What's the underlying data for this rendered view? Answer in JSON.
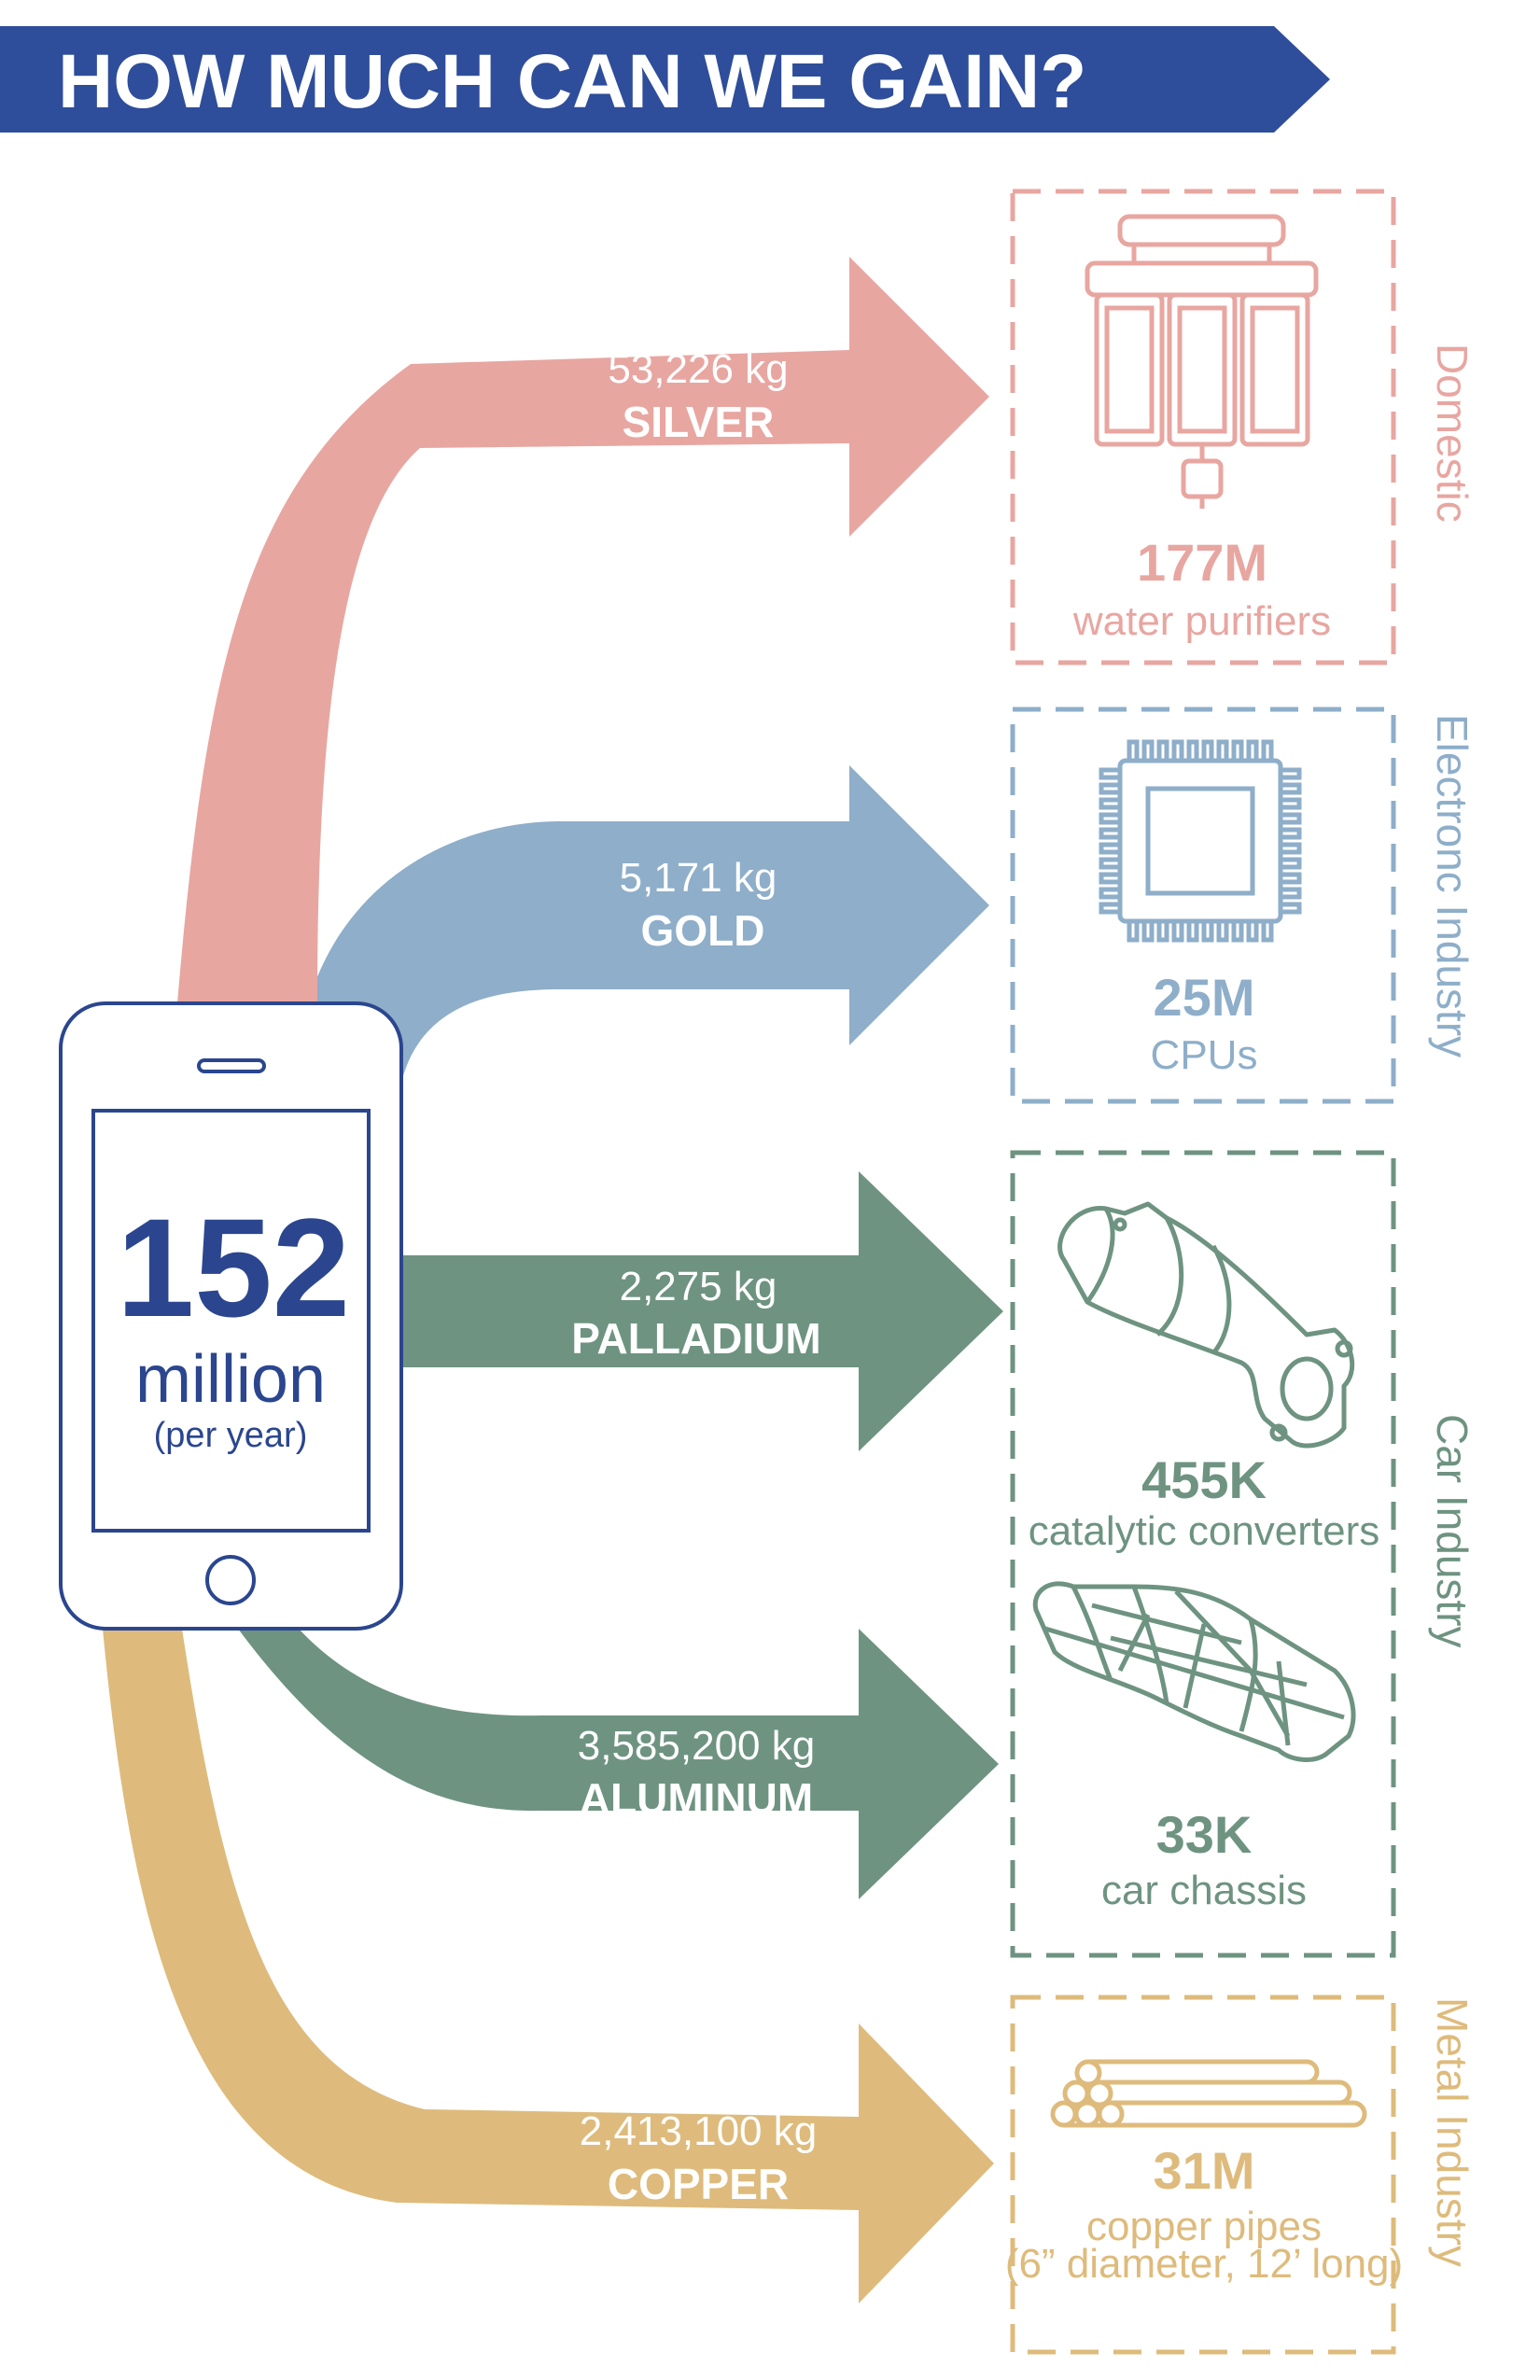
{
  "title": "HOW MUCH CAN WE GAIN?",
  "phone": {
    "number": "152",
    "unit": "million",
    "period": "(per year)"
  },
  "colors": {
    "banner": "#2e4d9a",
    "silver": "#e8a6a1",
    "gold": "#8eaec9",
    "palladium": "#6e9381",
    "aluminum": "#6e9381",
    "copper": "#debb7c",
    "phone": "#2b468f"
  },
  "flows": [
    {
      "amount": "53,226 kg",
      "metal": "SILVER"
    },
    {
      "amount": "5,171 kg",
      "metal": "GOLD"
    },
    {
      "amount": "2,275 kg",
      "metal": "PALLADIUM"
    },
    {
      "amount": "3,585,200 kg",
      "metal": "ALUMINUM"
    },
    {
      "amount": "2,413,100 kg",
      "metal": "COPPER"
    }
  ],
  "sectors": [
    {
      "name": "Domestic"
    },
    {
      "name": "Electronc Industry"
    },
    {
      "name": "Car Industry"
    },
    {
      "name": "Metal Industry"
    }
  ],
  "products": [
    {
      "count": "177M",
      "label": "water purifiers",
      "icon": "water-purifier-icon"
    },
    {
      "count": "25M",
      "label": "CPUs",
      "icon": "cpu-chip-icon"
    },
    {
      "count": "455K",
      "label": "catalytic converters",
      "icon": "catalytic-converter-icon"
    },
    {
      "count": "33K",
      "label": "car chassis",
      "icon": "car-chassis-icon"
    },
    {
      "count": "31M",
      "label": "copper pipes",
      "note": "(6” diameter, 12’ long)",
      "icon": "copper-pipes-icon"
    }
  ]
}
